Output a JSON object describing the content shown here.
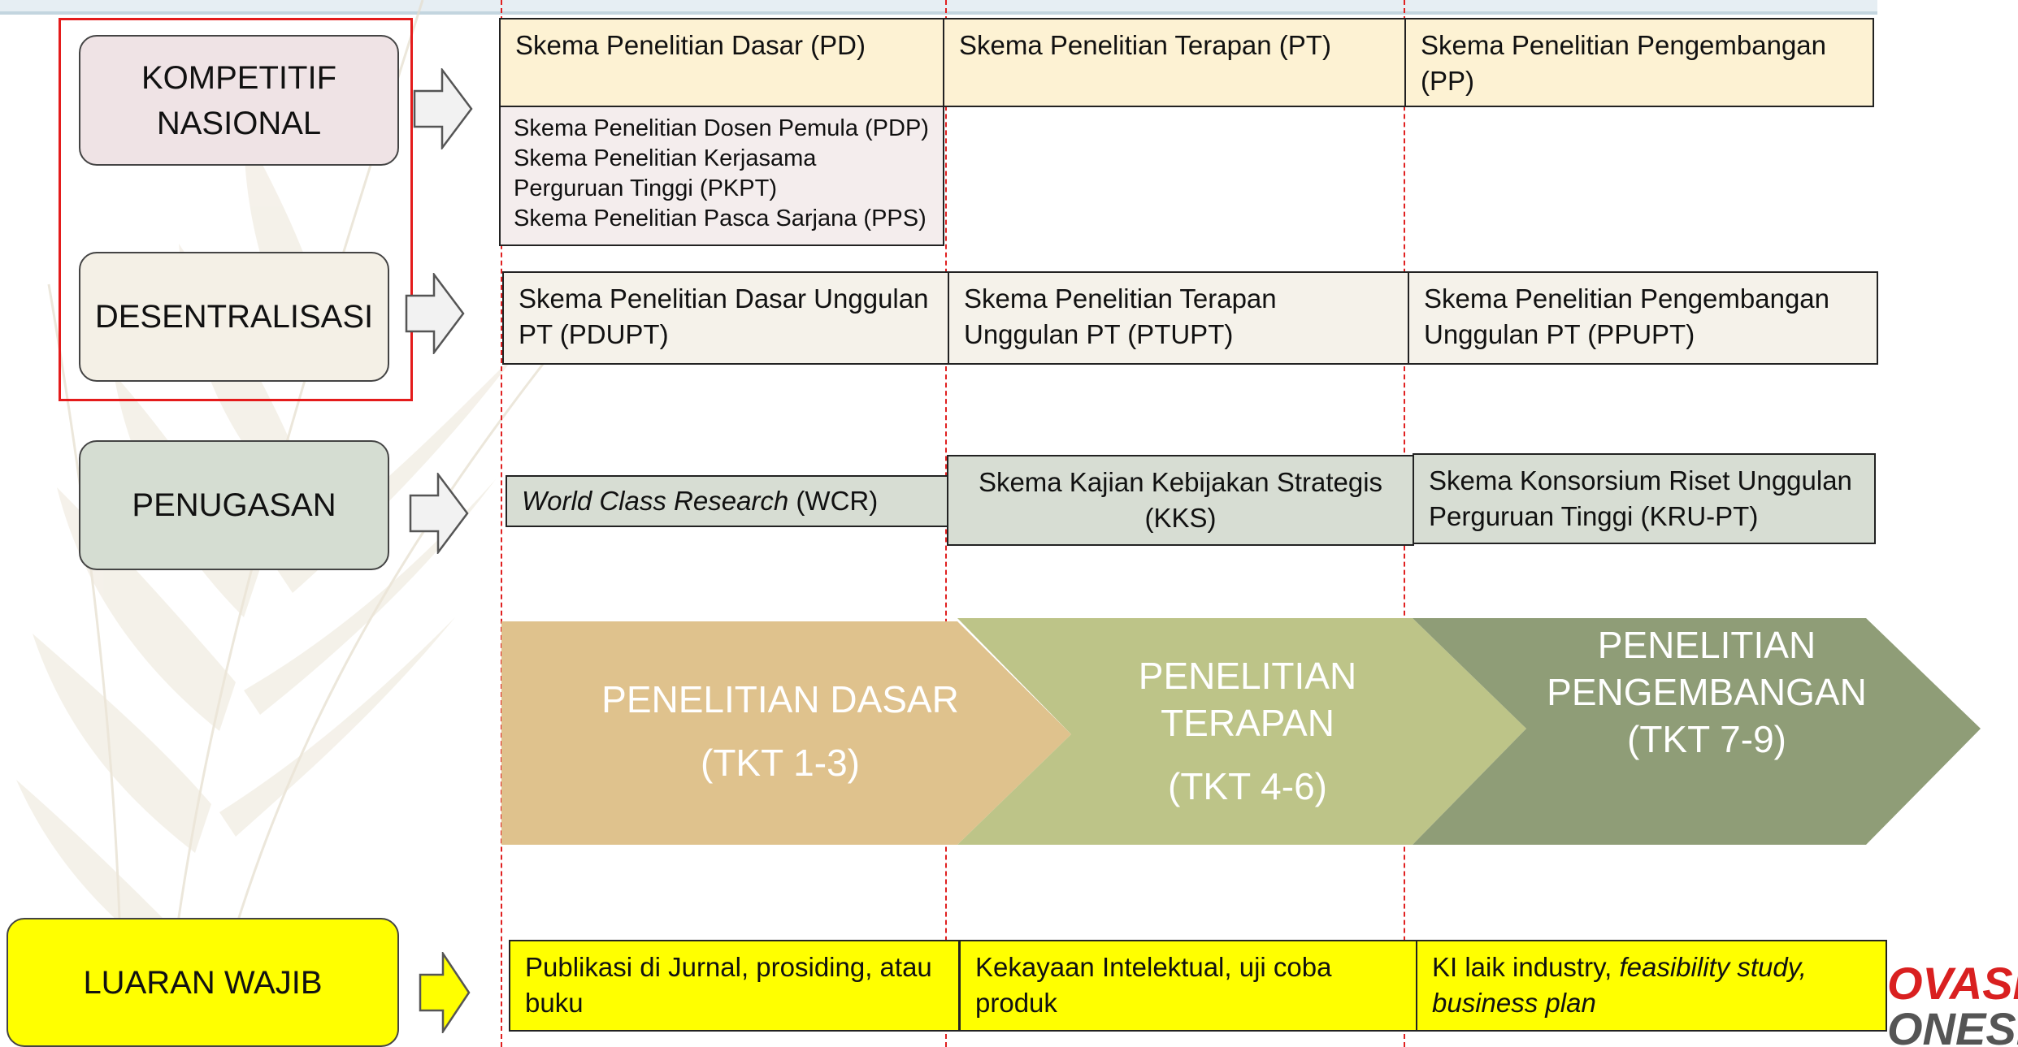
{
  "categories": {
    "kompetitif": "KOMPETITIF\nNASIONAL",
    "desentralisasi": "DESENTRALISASI",
    "penugasan": "PENUGASAN",
    "luaran": "LUARAN WAJIB"
  },
  "kompetitif_row": {
    "pd": "Skema Penelitian Dasar (PD)",
    "pt": "Skema Penelitian Terapan (PT)",
    "pp": "Skema Penelitian Pengembangan (PP)",
    "sub_items": [
      "Skema Penelitian Dosen Pemula (PDP)",
      "Skema Penelitian Kerjasama Perguruan Tinggi (PKPT)",
      "Skema Penelitian Pasca Sarjana (PPS)"
    ]
  },
  "desentralisasi_row": {
    "pdupt": "Skema Penelitian Dasar Unggulan PT (PDUPT)",
    "ptupt": "Skema Penelitian Terapan Unggulan PT (PTUPT)",
    "ppupt": "Skema Penelitian Pengembangan Unggulan PT (PPUPT)"
  },
  "penugasan_row": {
    "wcr_italic": "World Class Research",
    "wcr_rest": " (WCR)",
    "kks": "Skema Kajian Kebijakan Strategis (KKS)",
    "krupt": "Skema Konsorsium Riset Unggulan Perguruan Tinggi (KRU-PT)"
  },
  "stages": [
    {
      "name": "PENELITIAN DASAR",
      "tkt": "(TKT 1-3)",
      "color": "#dfc28d"
    },
    {
      "name": "PENELITIAN TERAPAN",
      "tkt": "(TKT 4-6)",
      "color": "#bdc488"
    },
    {
      "name": "PENELITIAN PENGEMBANGAN",
      "tkt": "(TKT 7-9)",
      "color": "#8f9d77"
    }
  ],
  "luaran_row": {
    "l1": "Publikasi di Jurnal, prosiding, atau buku",
    "l2": "Kekayaan Intelektual, uji coba produk",
    "l3_plain": "KI laik industry, ",
    "l3_italic": "feasibility study, business plan"
  },
  "logo": {
    "line1": "OVASI",
    "line2": "ONESIA"
  },
  "colors": {
    "red_frame": "#e41b1b",
    "dashed_line": "#e02020",
    "kompetitif_box": "#efe3e5",
    "desentralisasi_box": "#f4f0e6",
    "penugasan_box": "#d5ddd2",
    "luaran_box": "#ffff00",
    "logo_red": "#d92020"
  }
}
